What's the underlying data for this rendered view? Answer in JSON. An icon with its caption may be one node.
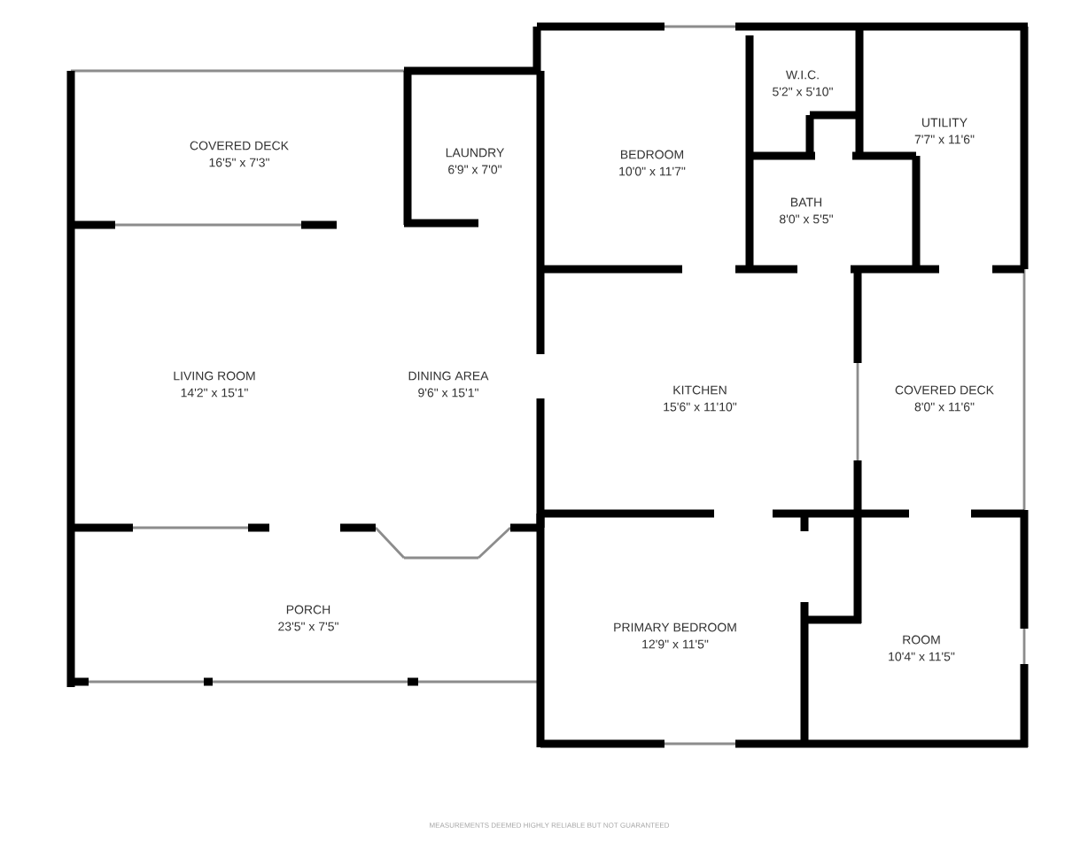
{
  "diagram": {
    "nodes": [
      {
        "text": [
          "COVERED DECK",
          "16'5\" x 7'3\""
        ]
      },
      {
        "text": [
          "LAUNDRY",
          "6'9\" x 7'0\""
        ]
      },
      {
        "text": [
          "BEDROOM",
          "10'0\" x 11'7\""
        ]
      },
      {
        "text": [
          "W.I.C.",
          "5'2\" x 5'10\""
        ]
      },
      {
        "text": [
          "UTILITY",
          "7'7\" x 11'6\""
        ]
      },
      {
        "text": [
          "BATH",
          "8'0\" x 5'5\""
        ]
      },
      {
        "text": [
          "LIVING ROOM",
          "14'2\" x 15'1\""
        ]
      },
      {
        "text": [
          "DINING AREA",
          "9'6\" x 15'1\""
        ]
      },
      {
        "text": [
          "KITCHEN",
          "15'6\" x 11'10\""
        ]
      },
      {
        "text": [
          "COVERED DECK",
          "8'0\" x 11'6\""
        ]
      },
      {
        "text": [
          "PORCH",
          "23'5\" x 7'5\""
        ]
      },
      {
        "text": [
          "PRIMARY BEDROOM",
          "12'9\" x 11'5\""
        ]
      },
      {
        "text": [
          "ROOM",
          "10'4\" x 11'5\""
        ]
      }
    ],
    "labels": [
      "MEASUREMENTS DEEMED HIGHLY RELIABLE BUT NOT GUARANTEED"
    ]
  }
}
